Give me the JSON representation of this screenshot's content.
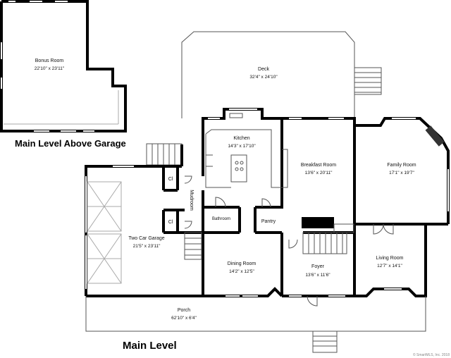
{
  "titles": {
    "upper": "Main Level Above Garage",
    "main": "Main Level"
  },
  "credit": "© SmartMLS, Inc. 2018",
  "rooms": {
    "bonus": {
      "name": "Bonus Room",
      "dims": "22'10\" x 23'11\""
    },
    "deck": {
      "name": "Deck",
      "dims": "32'4\" x 24'10\""
    },
    "kitchen": {
      "name": "Kitchen",
      "dims": "14'3\" x 17'10\""
    },
    "breakfast": {
      "name": "Breakfast Room",
      "dims": "13'6\" x 20'11\""
    },
    "family": {
      "name": "Family Room",
      "dims": "17'1\" x 19'7\""
    },
    "garage": {
      "name": "Two Car Garage",
      "dims": "21'5\" x 23'11\""
    },
    "mudroom": {
      "name": "Mudroom"
    },
    "closet1": {
      "name": "Cl"
    },
    "closet2": {
      "name": "Cl"
    },
    "bathroom": {
      "name": "Bathroom"
    },
    "pantry": {
      "name": "Pantry"
    },
    "dining": {
      "name": "Dining Room",
      "dims": "14'2\" x 12'5\""
    },
    "foyer": {
      "name": "Foyer",
      "dims": "13'6\" x 11'6\""
    },
    "living": {
      "name": "Living Room",
      "dims": "12'7\" x 14'1\""
    },
    "porch": {
      "name": "Porch",
      "dims": "62'10\" x 6'4\""
    }
  },
  "colors": {
    "wall": "#000000",
    "background": "#ffffff"
  }
}
